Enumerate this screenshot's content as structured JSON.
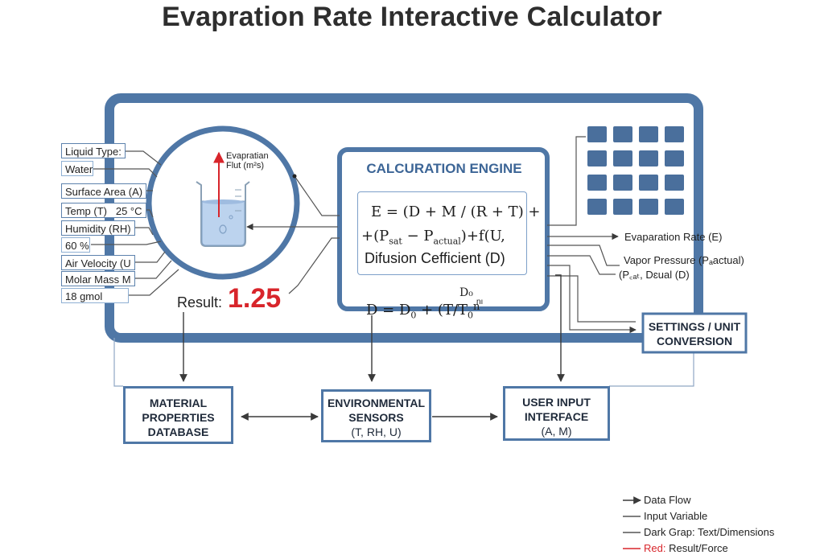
{
  "title": "Evapration Rate Interactive Calculator",
  "inputs": [
    {
      "label": "Liquid Type:",
      "value": "Water"
    },
    {
      "label": "Surface Area (A)"
    },
    {
      "label": "Temp (T)",
      "value": "25 °C"
    },
    {
      "label": "Humidity (RH)",
      "value": "60 %"
    },
    {
      "label": "Air Velocity (U"
    },
    {
      "label": "Molar Mass M",
      "value": "18 gmol"
    }
  ],
  "vessel": {
    "arrow_label_line1": "Evapratian",
    "arrow_label_line2": "Flut (m²s)"
  },
  "result": {
    "label": "Result:",
    "value": "1.25"
  },
  "engine": {
    "title": "CALCURATION ENGINE",
    "formula_line1": "E = (D + M / (R + T) +",
    "formula_line2": "+(P",
    "formula_line2_sub1": "sat",
    "formula_line2_mid": " − P",
    "formula_line2_sub2": "actual",
    "formula_line2_end": ")+f(U,",
    "formula_line3": "Difusion Cefficient (D)",
    "diffusion_lhs": "D = D",
    "diffusion_sub0": "0",
    "diffusion_mid": " + (T/T",
    "diffusion_sub1": "0",
    "diffusion_exp": "n",
    "diffusion_frac": "D₀",
    "diffusion_frac_exp": "nı"
  },
  "outputs": {
    "evap_rate": "Evaparation Rate (E)",
    "vapor_line1": "Vapor Pressure (Pₐactual)",
    "vapor_line2": "(P꜀ₐₜ, Dɛual (D)"
  },
  "settings": {
    "line1": "SETTINGS / UNIT",
    "line2": "CONVERSION"
  },
  "bottom_boxes": [
    {
      "line1": "MATERIAL",
      "line2": "PROPERTIES",
      "line3": "DATABASE"
    },
    {
      "line1": "ENVIRONMENTAL",
      "line2": "SENSORS",
      "line3": "(T, RH, U)"
    },
    {
      "line1": "USER INPUT",
      "line2": "INTERFACE",
      "line3": "(A, M)"
    }
  ],
  "legend": [
    {
      "text": "Data Flow"
    },
    {
      "text": "Input Variable"
    },
    {
      "text": "Dark Grap: Text/Dimensions"
    },
    {
      "text_red": "Red:",
      "text": " Result/Force"
    }
  ],
  "colors": {
    "frame": "#4f77a6",
    "keypad": "#4a6f9c",
    "result": "#d8252b",
    "water": "#bcd3ee"
  }
}
